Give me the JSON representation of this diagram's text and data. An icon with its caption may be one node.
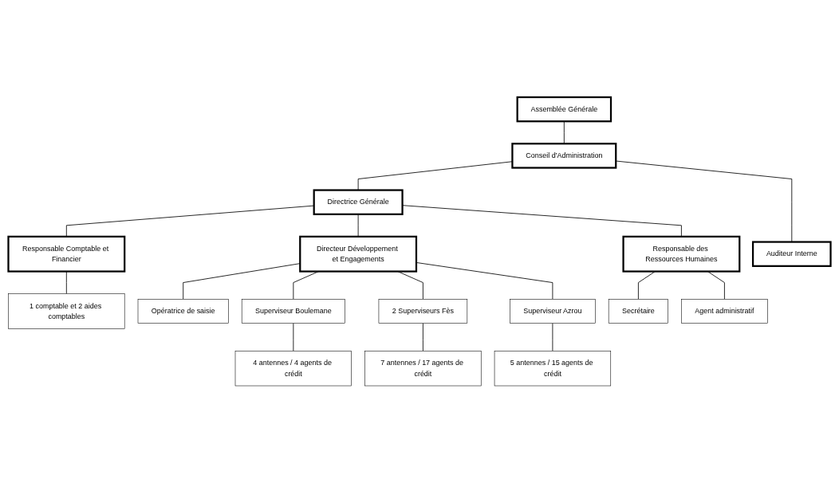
{
  "diagram": {
    "nodes": [
      {
        "text": [
          "Assemblée Générale"
        ]
      },
      {
        "text": [
          "Conseil d’Administration"
        ]
      },
      {
        "text": [
          "Auditeur Interne"
        ]
      },
      {
        "text": [
          "Directrice Générale"
        ]
      },
      {
        "text": [
          "Responsable Comptable et Financier"
        ]
      },
      {
        "text": [
          "Directeur Développement et Engagements"
        ]
      },
      {
        "text": [
          "Responsable des Ressources Humaines"
        ]
      },
      {
        "text": [
          "1 comptable et 2 aides comptables"
        ]
      },
      {
        "text": [
          "Opératrice de saisie"
        ]
      },
      {
        "text": [
          "Superviseur Boulemane"
        ]
      },
      {
        "text": [
          "2 Superviseurs Fès"
        ]
      },
      {
        "text": [
          "Superviseur Azrou"
        ]
      },
      {
        "text": [
          "Secrétaire"
        ]
      },
      {
        "text": [
          "Agent administratif"
        ]
      },
      {
        "text": [
          "4 antennes / 4 agents de crédit"
        ]
      },
      {
        "text": [
          "7 antennes / 17 agents de crédit"
        ]
      },
      {
        "text": [
          "5 antennes / 15 agents de crédit"
        ]
      }
    ],
    "edges": [
      {
        "from": 0,
        "to": 1,
        "arrow": "none"
      },
      {
        "from": 1,
        "to": 2,
        "arrow": "none"
      },
      {
        "from": 1,
        "to": 3,
        "arrow": "none"
      },
      {
        "from": 3,
        "to": 4,
        "arrow": "none"
      },
      {
        "from": 3,
        "to": 5,
        "arrow": "none"
      },
      {
        "from": 3,
        "to": 6,
        "arrow": "none"
      },
      {
        "from": 4,
        "to": 7,
        "arrow": "none"
      },
      {
        "from": 5,
        "to": 8,
        "arrow": "none"
      },
      {
        "from": 5,
        "to": 9,
        "arrow": "none"
      },
      {
        "from": 5,
        "to": 10,
        "arrow": "none"
      },
      {
        "from": 5,
        "to": 11,
        "arrow": "none"
      },
      {
        "from": 6,
        "to": 12,
        "arrow": "none"
      },
      {
        "from": 6,
        "to": 13,
        "arrow": "none"
      },
      {
        "from": 9,
        "to": 14,
        "arrow": "none"
      },
      {
        "from": 10,
        "to": 15,
        "arrow": "none"
      },
      {
        "from": 11,
        "to": 16,
        "arrow": "none"
      }
    ]
  }
}
